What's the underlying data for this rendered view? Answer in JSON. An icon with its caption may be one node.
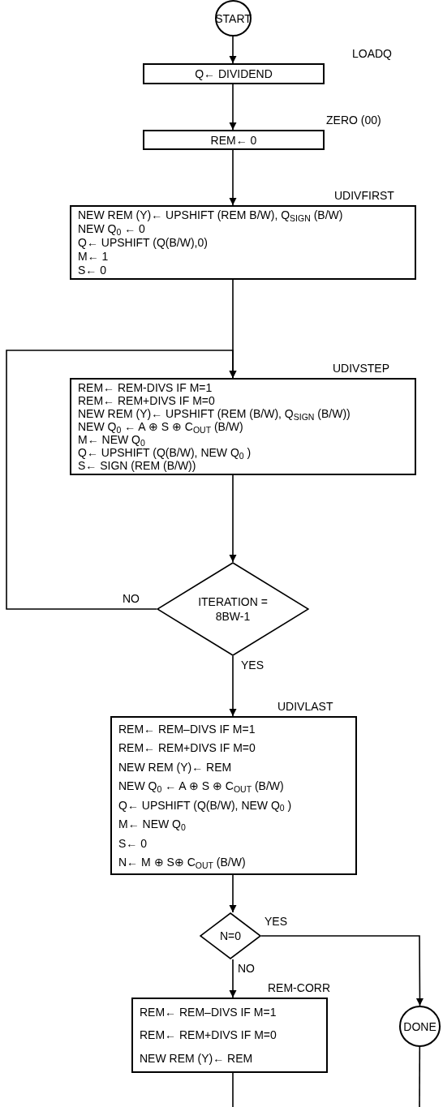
{
  "diagram": {
    "nodes": [
      {
        "text": [
          "START"
        ]
      },
      {
        "text": [
          "LOADQ",
          "Q← DIVIDEND"
        ]
      },
      {
        "text": [
          "ZERO (00)",
          "REM← 0"
        ]
      },
      {
        "text": [
          "UDIVFIRST",
          "NEW REM (Y)← UPSHIFT (REM B/W), Q$_{SIGN}$ (B/W)",
          "NEW Q$_{0}$ ← 0",
          "Q← UPSHIFT (Q(B/W),0)",
          "M← 1",
          "S← 0"
        ]
      },
      {
        "text": [
          "UDIVSTEP",
          "REM← REM-DIVS IF M=1",
          "REM← REM+DIVS IF M=0",
          "NEW REM (Y)← UPSHIFT (REM (B/W), Q$_{SIGN}$ (B/W))",
          "NEW Q$_{0}$ ← A ⊕ S ⊕ C$_{OUT}$ (B/W)",
          "M← NEW Q$_{0}$",
          "Q← UPSHIFT (Q(B/W), NEW Q$_{0}$ )",
          "S← SIGN (REM (B/W))"
        ]
      },
      {
        "text": [
          "ITERATION = 8BW-1"
        ]
      },
      {
        "text": [
          "UDIVLAST",
          "REM← REM–DIVS IF M=1",
          "REM← REM+DIVS IF M=0",
          "NEW REM (Y)← REM",
          "NEW Q$_{0}$ ← A ⊕ S ⊕ C$_{OUT}$ (B/W)",
          "Q← UPSHIFT (Q(B/W), NEW Q$_{0}$ )",
          "M← NEW Q$_{0}$",
          "S← 0",
          "N← M ⊕ S⊕ C$_{OUT}$ (B/W)"
        ]
      },
      {
        "text": [
          "N=0"
        ]
      },
      {
        "text": [
          "REM-CORR",
          "REM← REM–DIVS IF M=1",
          "REM← REM+DIVS IF M=0",
          "NEW REM (Y)← REM"
        ]
      },
      {
        "text": [
          "DONE"
        ]
      }
    ],
    "edges": [
      {
        "from": 0,
        "to": 1,
        "arrow": "to"
      },
      {
        "from": 1,
        "to": 2,
        "arrow": "to"
      },
      {
        "from": 2,
        "to": 3,
        "arrow": "to"
      },
      {
        "from": 3,
        "to": 4,
        "arrow": "to"
      },
      {
        "from": 4,
        "to": 5,
        "arrow": "to"
      },
      {
        "from": 5,
        "to": 4,
        "label": "NO",
        "arrow": "to"
      },
      {
        "from": 5,
        "to": 6,
        "label": "YES",
        "arrow": "to"
      },
      {
        "from": 6,
        "to": 7,
        "arrow": "to"
      },
      {
        "from": 7,
        "to": 9,
        "label": "YES",
        "arrow": "to"
      },
      {
        "from": 7,
        "to": 8,
        "label": "NO",
        "arrow": "to"
      },
      {
        "from": 8,
        "to": null,
        "arrow": "none"
      },
      {
        "from": null,
        "to": 9,
        "arrow": "to"
      }
    ]
  }
}
